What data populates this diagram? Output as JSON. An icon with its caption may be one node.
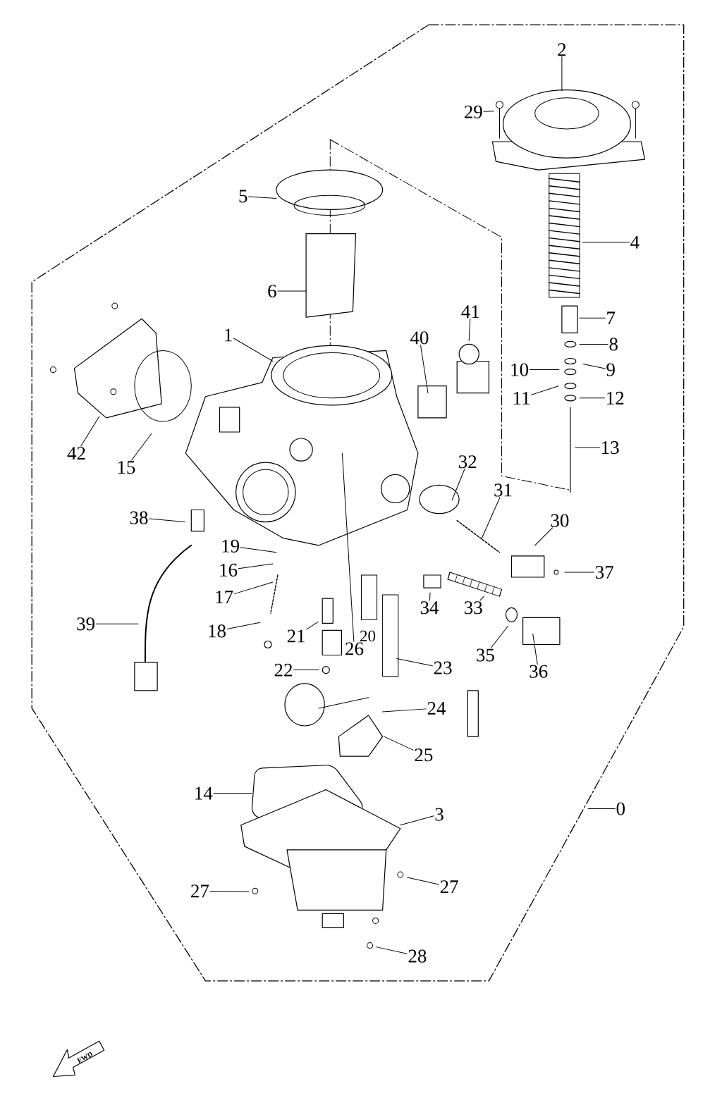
{
  "diagram": {
    "nodes": [
      {
        "text": [
          "2"
        ]
      },
      {
        "text": [
          "29"
        ]
      },
      {
        "text": [
          "5"
        ]
      },
      {
        "text": [
          "4"
        ]
      },
      {
        "text": [
          "6"
        ]
      },
      {
        "text": [
          "41"
        ]
      },
      {
        "text": [
          "7"
        ]
      },
      {
        "text": [
          "1"
        ]
      },
      {
        "text": [
          "40"
        ]
      },
      {
        "text": [
          "8"
        ]
      },
      {
        "text": [
          "10"
        ]
      },
      {
        "text": [
          "9"
        ]
      },
      {
        "text": [
          "11"
        ]
      },
      {
        "text": [
          "12"
        ]
      },
      {
        "text": [
          "13"
        ]
      },
      {
        "text": [
          "42"
        ]
      },
      {
        "text": [
          "15"
        ]
      },
      {
        "text": [
          "32"
        ]
      },
      {
        "text": [
          "31"
        ]
      },
      {
        "text": [
          "30"
        ]
      },
      {
        "text": [
          "38"
        ]
      },
      {
        "text": [
          "19"
        ]
      },
      {
        "text": [
          "16"
        ]
      },
      {
        "text": [
          "37"
        ]
      },
      {
        "text": [
          "17"
        ]
      },
      {
        "text": [
          "34"
        ]
      },
      {
        "text": [
          "33"
        ]
      },
      {
        "text": [
          "39"
        ]
      },
      {
        "text": [
          "18"
        ]
      },
      {
        "text": [
          "21"
        ]
      },
      {
        "text": [
          "26"
        ]
      },
      {
        "text": [
          "35"
        ]
      },
      {
        "text": [
          "23"
        ]
      },
      {
        "text": [
          "36"
        ]
      },
      {
        "text": [
          "22"
        ]
      },
      {
        "text": [
          "24"
        ]
      },
      {
        "text": [
          "25"
        ]
      },
      {
        "text": [
          "14"
        ]
      },
      {
        "text": [
          "3"
        ]
      },
      {
        "text": [
          "0"
        ]
      },
      {
        "text": [
          "27"
        ]
      },
      {
        "text": [
          "27"
        ]
      },
      {
        "text": [
          "28"
        ]
      }
    ],
    "edges": [
      {
        "from": 0,
        "to": null,
        "arrow": "none"
      },
      {
        "from": 1,
        "to": null,
        "arrow": "none"
      },
      {
        "from": 2,
        "to": null,
        "arrow": "none"
      },
      {
        "from": 3,
        "to": null,
        "arrow": "none"
      },
      {
        "from": 4,
        "to": null,
        "arrow": "none"
      },
      {
        "from": 5,
        "to": null,
        "arrow": "none"
      },
      {
        "from": 6,
        "to": null,
        "arrow": "none"
      },
      {
        "from": 7,
        "to": null,
        "arrow": "none"
      },
      {
        "from": 8,
        "to": null,
        "arrow": "none"
      },
      {
        "from": 9,
        "to": null,
        "arrow": "none"
      },
      {
        "from": 10,
        "to": null,
        "arrow": "none"
      },
      {
        "from": 11,
        "to": null,
        "arrow": "none"
      },
      {
        "from": 12,
        "to": null,
        "arrow": "none"
      },
      {
        "from": 13,
        "to": null,
        "arrow": "none"
      },
      {
        "from": 14,
        "to": null,
        "arrow": "none"
      },
      {
        "from": 15,
        "to": null,
        "arrow": "none"
      },
      {
        "from": 16,
        "to": null,
        "arrow": "none"
      },
      {
        "from": 17,
        "to": null,
        "arrow": "none"
      },
      {
        "from": 18,
        "to": null,
        "arrow": "none"
      },
      {
        "from": 19,
        "to": null,
        "arrow": "none"
      },
      {
        "from": 20,
        "to": null,
        "arrow": "none"
      },
      {
        "from": 21,
        "to": null,
        "arrow": "none"
      },
      {
        "from": 22,
        "to": null,
        "arrow": "none"
      },
      {
        "from": 23,
        "to": null,
        "arrow": "none"
      },
      {
        "from": 24,
        "to": null,
        "arrow": "none"
      },
      {
        "from": 25,
        "to": null,
        "arrow": "none"
      },
      {
        "from": 26,
        "to": null,
        "arrow": "none"
      },
      {
        "from": 27,
        "to": null,
        "arrow": "none"
      },
      {
        "from": 28,
        "to": null,
        "arrow": "none"
      },
      {
        "from": 29,
        "to": null,
        "arrow": "none"
      },
      {
        "from": 30,
        "to": null,
        "arrow": "none"
      },
      {
        "from": 31,
        "to": null,
        "arrow": "none"
      },
      {
        "from": 32,
        "to": null,
        "arrow": "none"
      },
      {
        "from": 33,
        "to": null,
        "arrow": "none"
      },
      {
        "from": 34,
        "to": null,
        "arrow": "none"
      },
      {
        "from": 35,
        "to": null,
        "arrow": "none"
      },
      {
        "from": 36,
        "to": null,
        "arrow": "none"
      },
      {
        "from": 37,
        "to": null,
        "arrow": "none"
      },
      {
        "from": 38,
        "to": null,
        "arrow": "none"
      },
      {
        "from": 39,
        "to": null,
        "arrow": "none"
      },
      {
        "from": 40,
        "to": null,
        "arrow": "none"
      },
      {
        "from": 41,
        "to": null,
        "arrow": "none"
      },
      {
        "from": 42,
        "to": null,
        "arrow": "none"
      }
    ],
    "labels": [
      "20",
      "FWD"
    ]
  }
}
